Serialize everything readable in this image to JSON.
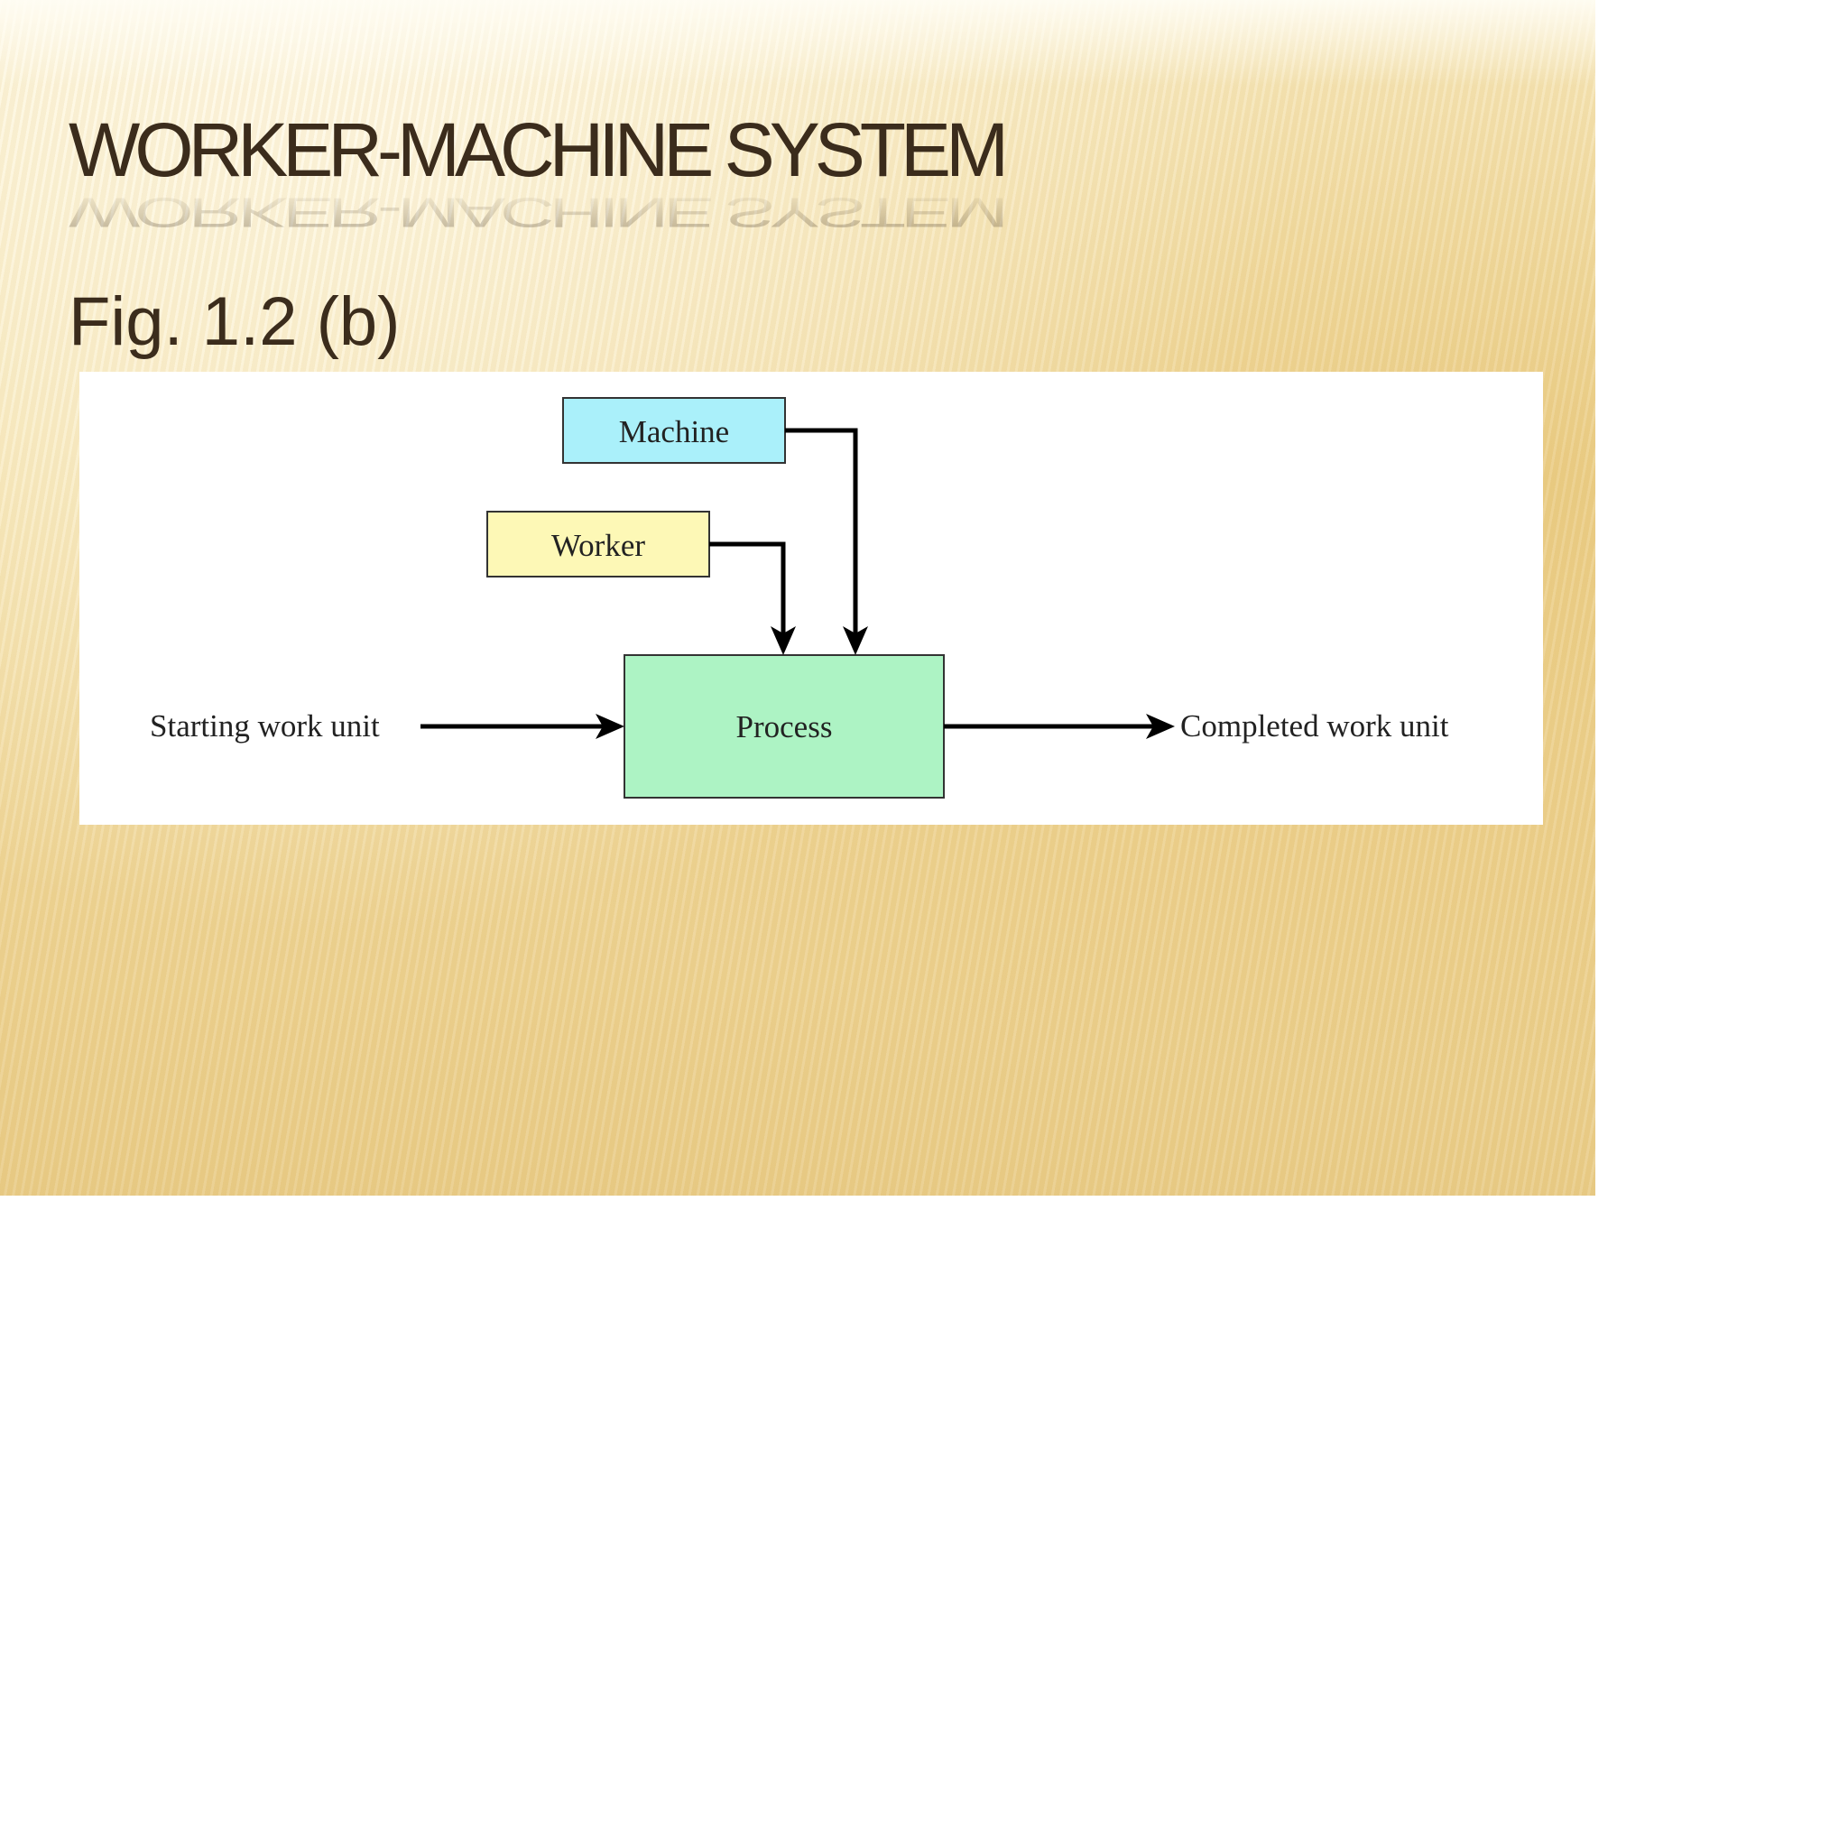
{
  "slide": {
    "title": "WORKER-MACHINE SYSTEM",
    "caption": "Fig. 1.2 (b)"
  },
  "diagram": {
    "nodes": {
      "machine": {
        "label": "Machine",
        "fill": "#aaf0fa"
      },
      "worker": {
        "label": "Worker",
        "fill": "#fdf8b6"
      },
      "process": {
        "label": "Process",
        "fill": "#adf3c4"
      }
    },
    "input_label": "Starting work unit",
    "output_label": "Completed work unit"
  },
  "colors": {
    "title_text": "#3b2c1c",
    "slide_background": "#f5e3ad",
    "arrow": "#000000"
  }
}
